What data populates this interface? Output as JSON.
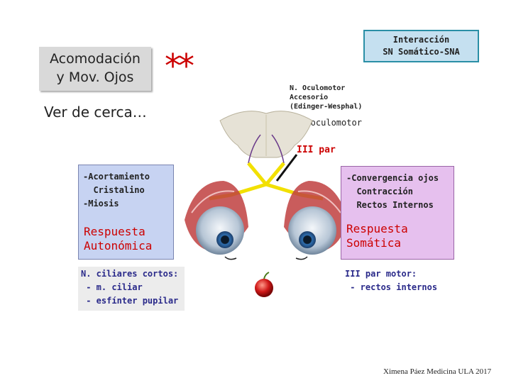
{
  "title": {
    "line1": "Acomodación",
    "line2": "y Mov. Ojos"
  },
  "stars": "**",
  "near_vision": "Ver de cerca…",
  "interaction": {
    "line1": "Interacción",
    "line2": "SN Somático-SNA"
  },
  "oculomotor_note": {
    "line1": "N. Oculomotor",
    "line2": "Accesorio",
    "line3": "(Edinger-Wesphal)"
  },
  "oculomotor_label": "N. oculomotor",
  "third_pair": "III par",
  "autonomic": {
    "list": "-Acortamiento\n  Cristalino\n-Miosis",
    "title_line1": "Respuesta",
    "title_line2": "Autonómica"
  },
  "somatic": {
    "list": "-Convergencia ojos\n  Contracción\n  Rectos Internos",
    "title_line1": "Respuesta",
    "title_line2": "Somática"
  },
  "ciliary": "N. ciliares cortos:\n - m. ciliar\n - esfínter pupilar",
  "motor": "III par motor:\n - rectos internos",
  "credit": "Ximena Páez Medicina ULA 2017",
  "colors": {
    "accent_red": "#cc0000",
    "auto_box": "#c7d3f2",
    "soma_box": "#e6c0ee",
    "interaction_box": "#c5e0f0"
  }
}
